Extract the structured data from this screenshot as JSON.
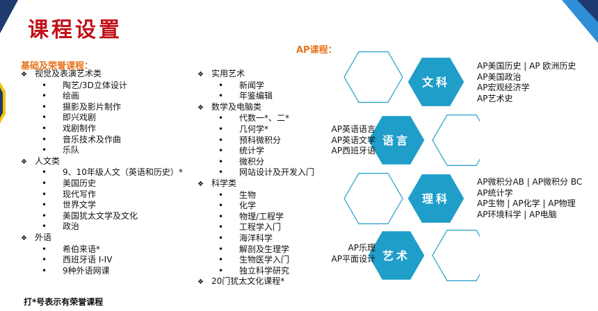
{
  "page_title": "课程设置",
  "colors": {
    "title_red": "#c0121a",
    "section_orange": "#e8731c",
    "hex_fill": "#1f9ec9",
    "hex_outline": "#1f9ec9",
    "corner_navy": "#1e3a6e",
    "corner_blue": "#2f8fd6",
    "corner_gold": "#f5c400"
  },
  "left": {
    "heading": "基础及荣誉课程：",
    "col1": [
      {
        "label": "视觉及表演艺术类",
        "items": [
          "陶艺/3D立体设计",
          "绘画",
          "摄影及影片制作",
          "即兴戏剧",
          "戏剧制作",
          "音乐技术及作曲",
          "乐队"
        ]
      },
      {
        "label": "人文类",
        "items": [
          "9、10年级人文（英语和历史）*",
          "美国历史",
          "现代写作",
          "世界文学",
          "美国犹太文学及文化",
          "政治"
        ]
      },
      {
        "label": "外语",
        "items": [
          "希伯来语*",
          "西班牙语 I-IV",
          "9种外语网课"
        ]
      }
    ],
    "col2": [
      {
        "label": "实用艺术",
        "items": [
          "新闻学",
          "年鉴编辑"
        ]
      },
      {
        "label": "数学及电脑类",
        "items": [
          "代数一*、二*",
          "几何学*",
          "预科微积分",
          "统计学",
          "微积分",
          "网站设计及开发入门"
        ]
      },
      {
        "label": "科学类",
        "items": [
          "生物",
          "化学",
          "物理/工程学",
          "工程学入门",
          "海洋科学",
          "解剖及生理学",
          "生物医学入门",
          "独立科学研究"
        ]
      },
      {
        "label": "20门犹太文化课程*",
        "items": []
      }
    ],
    "footnote": "打*号表示有荣誉课程",
    "bullet_mark": "❖",
    "sub_mark": "•"
  },
  "ap": {
    "heading": "AP课程：",
    "hex_labels": {
      "wenke": "文科",
      "yuyan": "语言",
      "like": "理科",
      "yishu": "艺术"
    },
    "wenke_courses": [
      "AP美国历史 | AP 欧洲历史",
      "AP美国政治",
      "AP宏观经济学",
      "AP艺术史"
    ],
    "yuyan_courses": [
      "AP英语语言",
      "AP英语文学",
      "AP西班牙语"
    ],
    "like_courses": [
      "AP微积分AB  | AP微积分 BC",
      "AP统计学",
      "AP生物 | AP化学 | AP物理",
      "AP环境科学 | AP电脑"
    ],
    "yishu_courses": [
      "AP乐理",
      "AP平面设计"
    ]
  }
}
